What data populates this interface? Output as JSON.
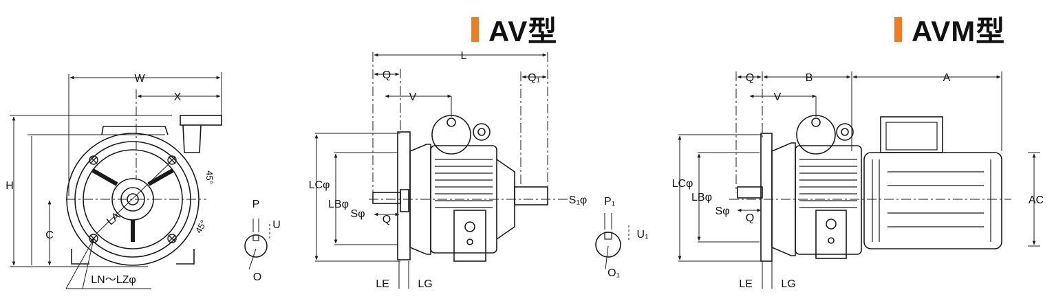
{
  "titles": {
    "av": "AV型",
    "avm": "AVM型"
  },
  "colors": {
    "accent": "#f07c1e",
    "line": "#1a1a1a"
  },
  "front_view": {
    "W": "W",
    "X": "X",
    "H": "H",
    "C": "C",
    "LA": "LA",
    "angle1": "45°",
    "angle2": "45°",
    "LN_LZ": "LN～LZφ",
    "P": "P",
    "U": "U",
    "O": "O"
  },
  "av_view": {
    "L": "L",
    "Q": "Q",
    "Q1": "Q₁",
    "V": "V",
    "LC": "LCφ",
    "LB": "LBφ",
    "S": "Sφ",
    "Q_lower": "Q",
    "S1": "S₁φ",
    "LE": "LE",
    "LG": "LG",
    "P1": "P₁",
    "U1": "U₁",
    "O1": "O₁"
  },
  "avm_view": {
    "Q": "Q",
    "B": "B",
    "A": "A",
    "V": "V",
    "LC": "LCφ",
    "LB": "LBφ",
    "S": "Sφ",
    "Q_lower": "Q",
    "LE": "LE",
    "LG": "LG",
    "AC": "AC"
  }
}
